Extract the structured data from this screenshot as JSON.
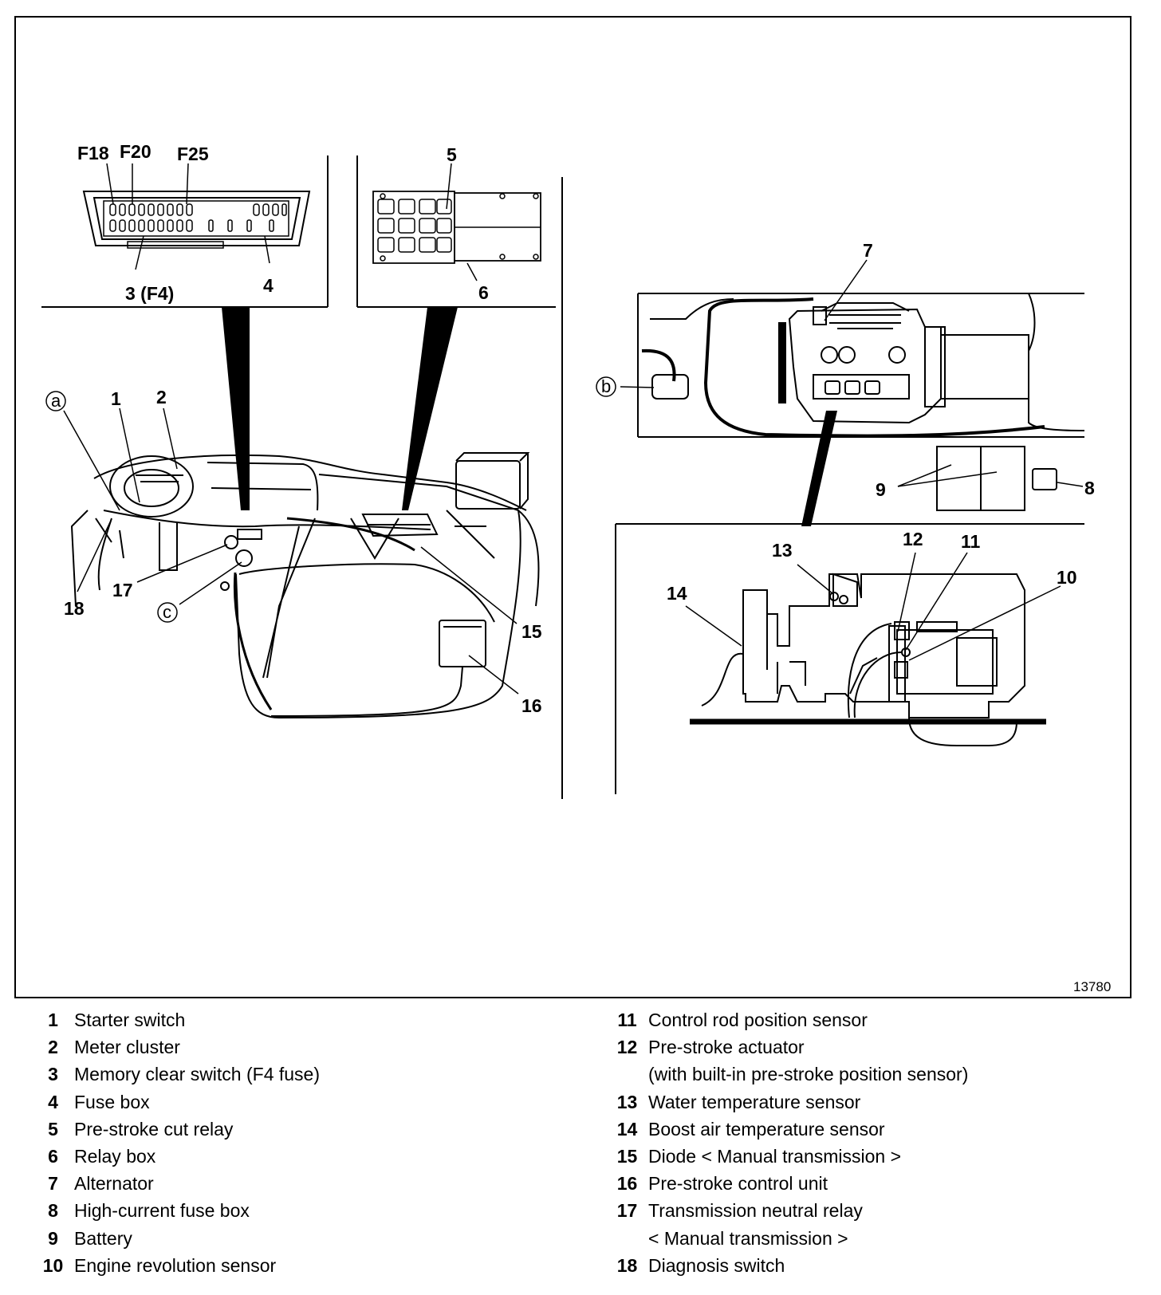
{
  "figure_code": "13780",
  "inset_fuse": {
    "labels": [
      "F18",
      "F20",
      "F25",
      "3 (F4)",
      "4"
    ]
  },
  "inset_relay": {
    "labels": [
      "5",
      "6"
    ]
  },
  "cab_view": {
    "labels": [
      "1",
      "2",
      "a",
      "c",
      "15",
      "16",
      "17",
      "18"
    ]
  },
  "engine_view": {
    "labels": [
      "7",
      "b",
      "8",
      "9"
    ]
  },
  "engine_detail": {
    "labels": [
      "10",
      "11",
      "12",
      "13",
      "14"
    ]
  },
  "legend": {
    "left": [
      {
        "num": "1",
        "text": "Starter switch"
      },
      {
        "num": "2",
        "text": "Meter cluster"
      },
      {
        "num": "3",
        "text": "Memory clear switch (F4 fuse)"
      },
      {
        "num": "4",
        "text": "Fuse box"
      },
      {
        "num": "5",
        "text": "Pre-stroke cut relay"
      },
      {
        "num": "6",
        "text": "Relay box"
      },
      {
        "num": "7",
        "text": "Alternator"
      },
      {
        "num": "8",
        "text": "High-current fuse box"
      },
      {
        "num": "9",
        "text": "Battery"
      },
      {
        "num": "10",
        "text": "Engine revolution sensor"
      }
    ],
    "right": [
      {
        "num": "11",
        "text": "Control rod position sensor"
      },
      {
        "num": "12",
        "text": "Pre-stroke actuator",
        "cont": "(with built-in pre-stroke position sensor)"
      },
      {
        "num": "13",
        "text": "Water temperature sensor"
      },
      {
        "num": "14",
        "text": "Boost air temperature sensor"
      },
      {
        "num": "15",
        "text": "Diode < Manual transmission >"
      },
      {
        "num": "16",
        "text": "Pre-stroke control unit"
      },
      {
        "num": "17",
        "text": "Transmission neutral relay",
        "cont": "< Manual transmission >"
      },
      {
        "num": "18",
        "text": "Diagnosis switch"
      }
    ]
  }
}
